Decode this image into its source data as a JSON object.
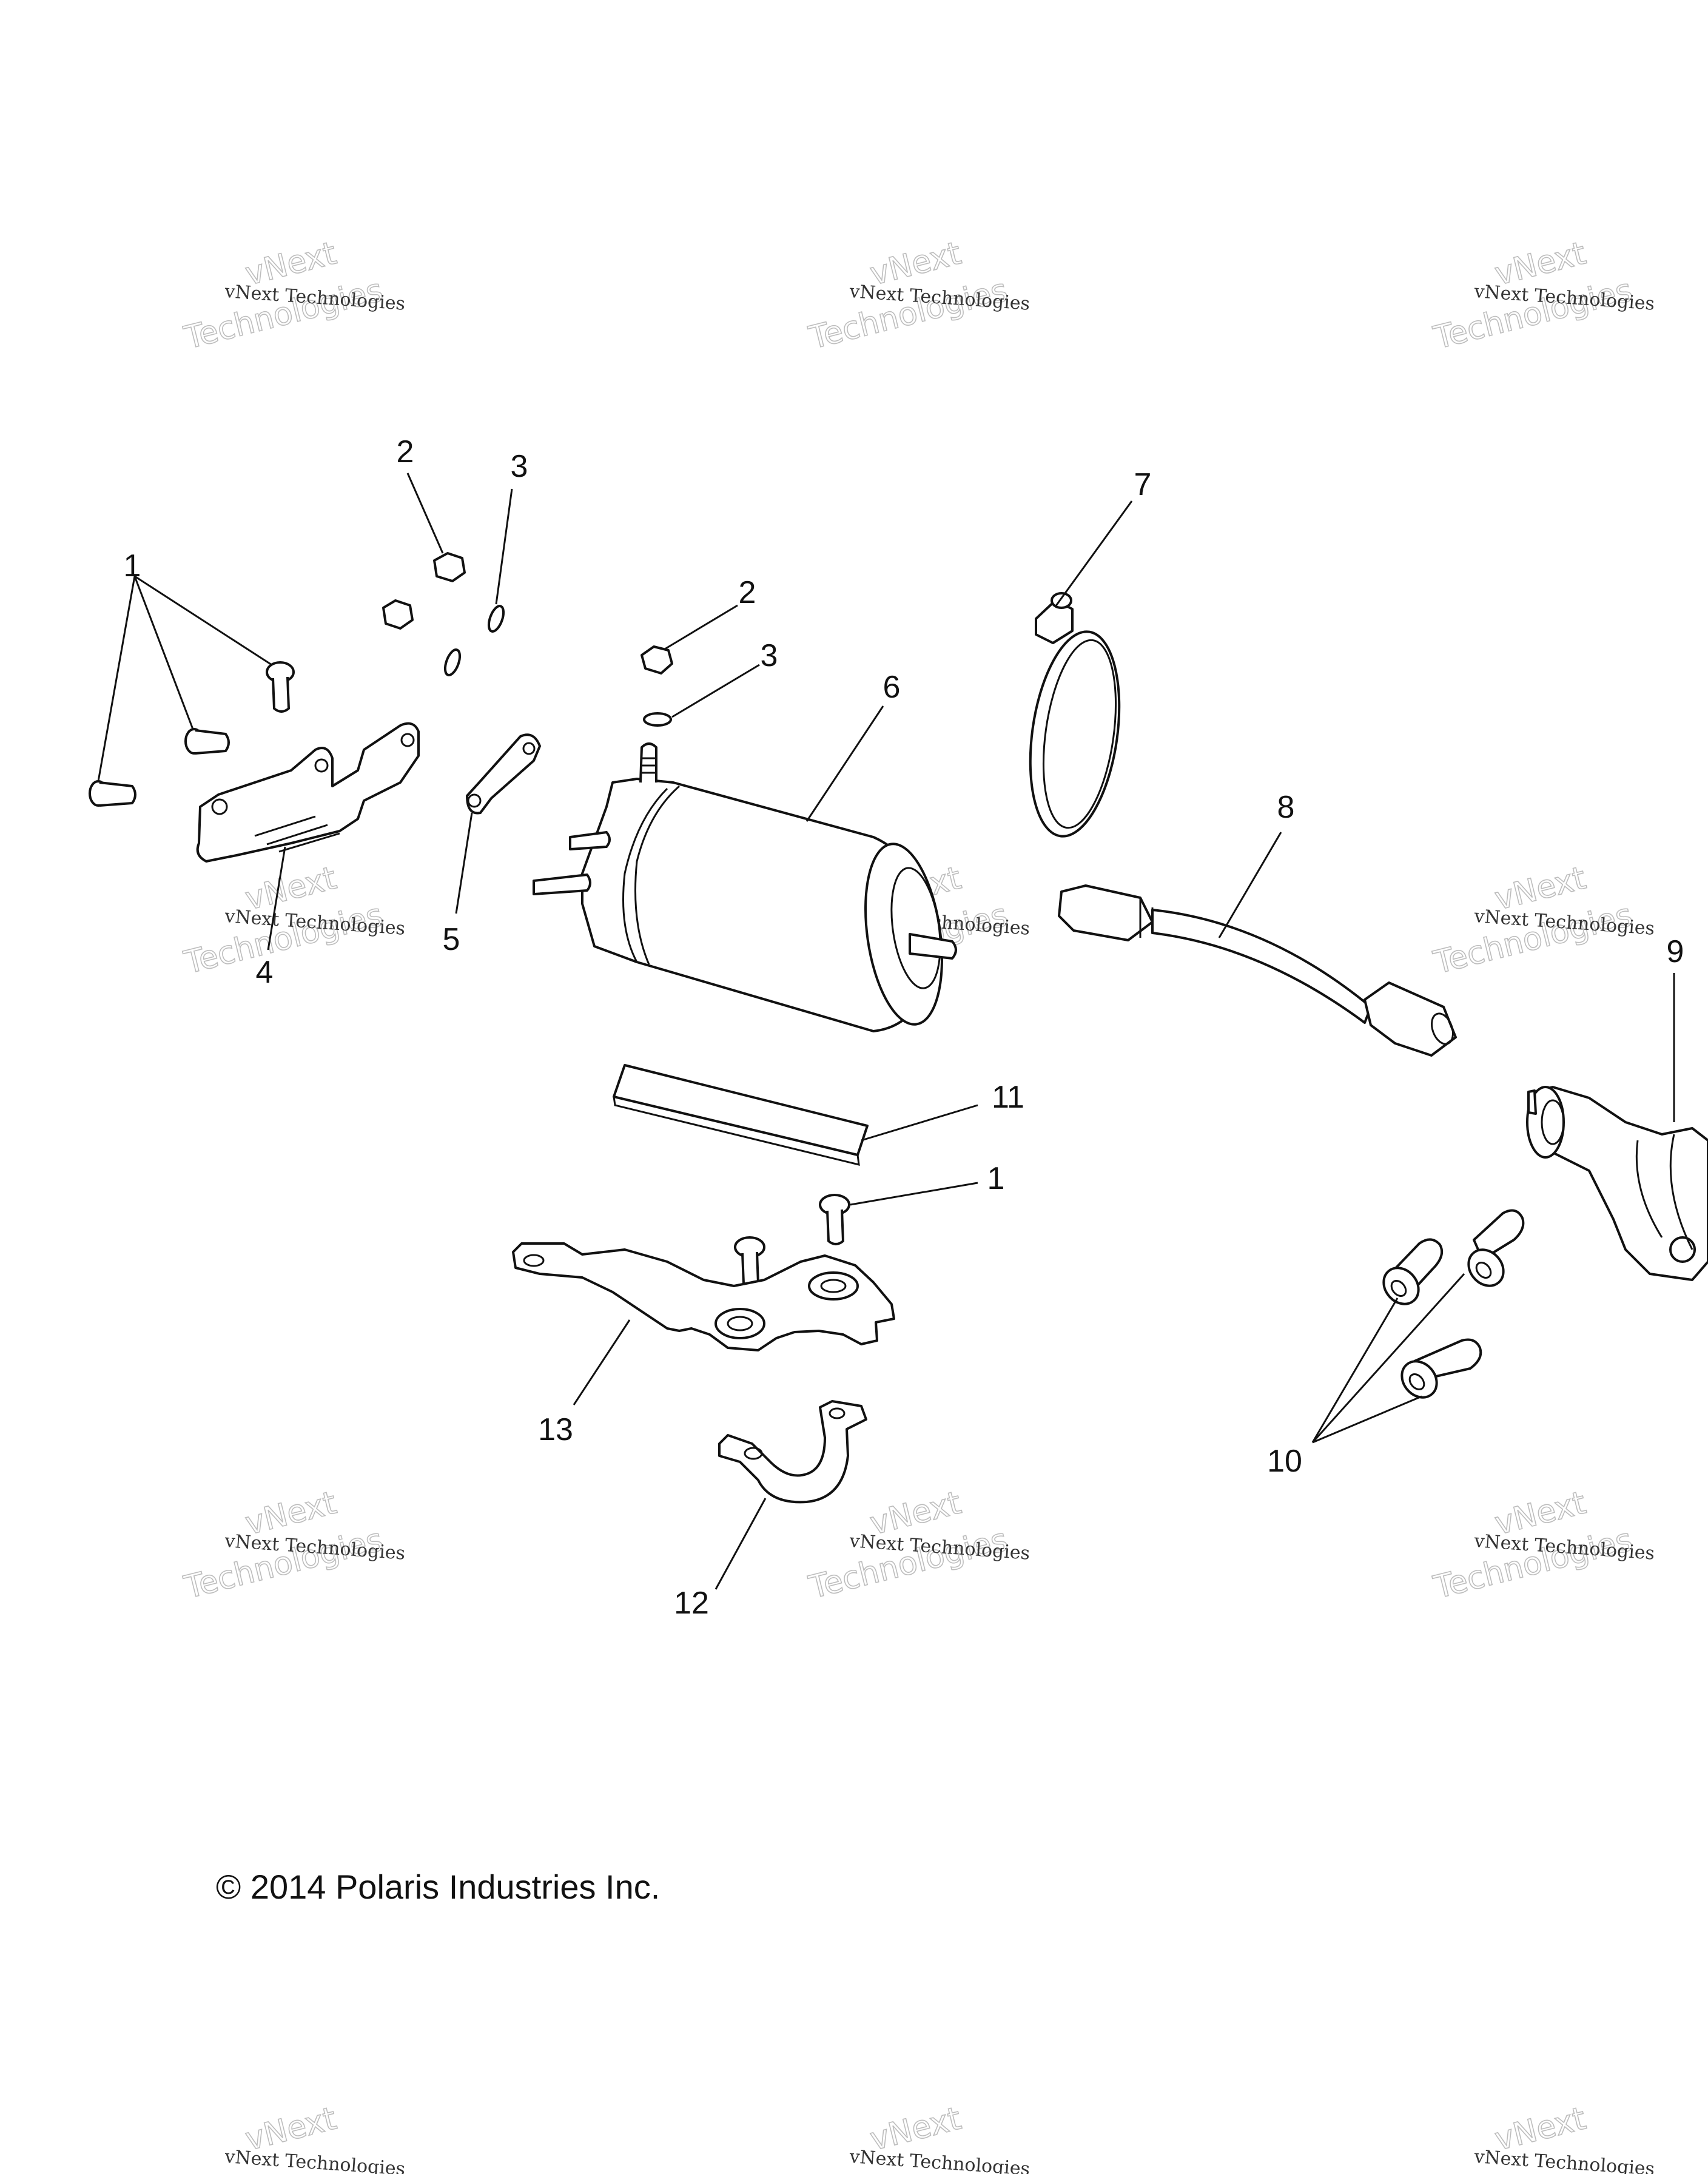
{
  "watermark": {
    "line": "vNext Technologies",
    "big_top": "vNext",
    "big_bottom": "Technologies"
  },
  "callouts": {
    "c1_top": "1",
    "c2_top": "2",
    "c3_top": "3",
    "c2_motor": "2",
    "c3_motor": "3",
    "c4": "4",
    "c5": "5",
    "c6": "6",
    "c7": "7",
    "c8": "8",
    "c9": "9",
    "c10": "10",
    "c11": "11",
    "c1_lower": "1",
    "c12": "12",
    "c13": "13"
  },
  "copyright": "© 2014 Polaris Industries Inc."
}
